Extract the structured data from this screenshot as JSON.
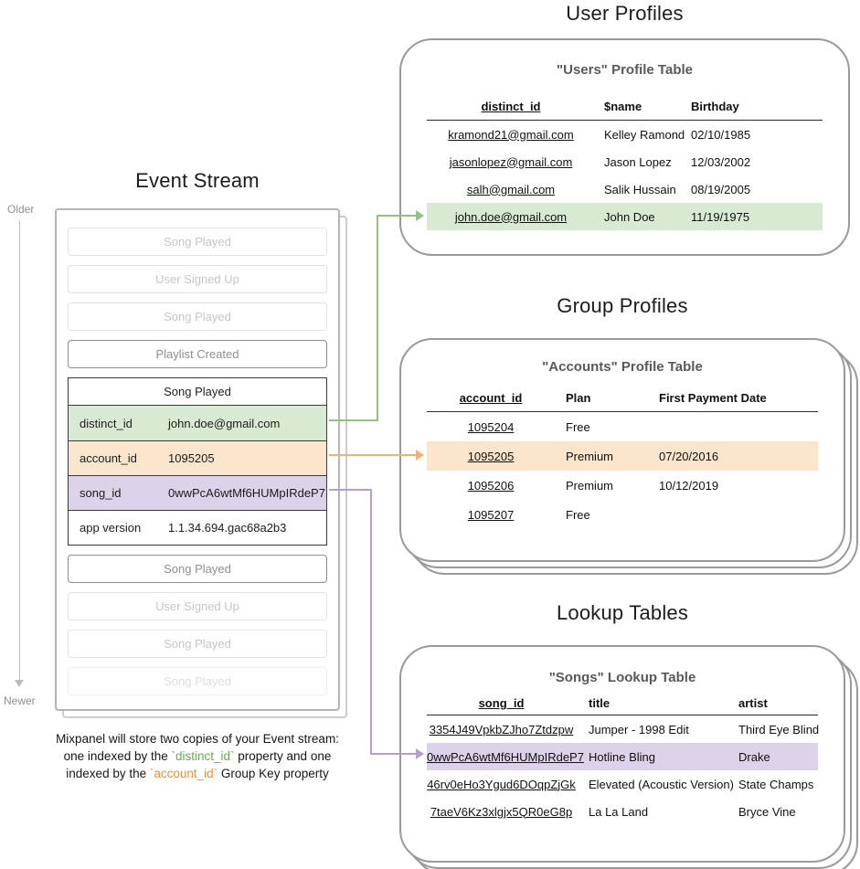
{
  "page": {
    "user_profiles_title": "User Profiles",
    "group_profiles_title": "Group Profiles",
    "lookup_tables_title": "Lookup Tables",
    "event_stream_title": "Event Stream"
  },
  "event_stream": {
    "older_label": "Older",
    "newer_label": "Newer",
    "events_before": [
      "Song Played",
      "User Signed Up",
      "Song Played",
      "Playlist Created"
    ],
    "focused_event": {
      "title": "Song Played",
      "rows": [
        {
          "key": "distinct_id",
          "value": "john.doe@gmail.com",
          "highlight": "green"
        },
        {
          "key": "account_id",
          "value": "1095205",
          "highlight": "orange"
        },
        {
          "key": "song_id",
          "value": "0wwPcA6wtMf6HUMpIRdeP7",
          "highlight": "purple"
        },
        {
          "key": "app version",
          "value": "1.1.34.694.gac68a2b3",
          "highlight": "none"
        }
      ]
    },
    "events_after": [
      "Song Played",
      "User Signed Up",
      "Song Played",
      "Song Played"
    ]
  },
  "users_table": {
    "title": "\"Users\" Profile Table",
    "headers": [
      "distinct_id",
      "$name",
      "Birthday"
    ],
    "rows": [
      [
        "kramond21@gmail.com",
        "Kelley Ramond",
        "02/10/1985"
      ],
      [
        "jasonlopez@gmail.com",
        "Jason Lopez",
        "12/03/2002"
      ],
      [
        "salh@gmail.com",
        "Salik Hussain",
        "08/19/2005"
      ],
      [
        "john.doe@gmail.com",
        "John Doe",
        "11/19/1975"
      ]
    ],
    "highlighted_row_index": 3
  },
  "accounts_table": {
    "title": "\"Accounts\" Profile Table",
    "headers": [
      "account_id",
      "Plan",
      "First Payment Date"
    ],
    "rows": [
      [
        "1095204",
        "Free",
        ""
      ],
      [
        "1095205",
        "Premium",
        "07/20/2016"
      ],
      [
        "1095206",
        "Premium",
        "10/12/2019"
      ],
      [
        "1095207",
        "Free",
        ""
      ]
    ],
    "highlighted_row_index": 1
  },
  "songs_table": {
    "title": "\"Songs\" Lookup Table",
    "headers": [
      "song_id",
      "title",
      "artist"
    ],
    "rows": [
      [
        "3354J49VpkbZJho7Ztdzpw",
        "Jumper - 1998 Edit",
        "Third Eye Blind"
      ],
      [
        "0wwPcA6wtMf6HUMpIRdeP7",
        "Hotline Bling",
        "Drake"
      ],
      [
        "46rv0eHo3Ygud6DOqpZjGk",
        "Elevated (Acoustic Version)",
        "State Champs"
      ],
      [
        "7taeV6Kz3xlgjx5QR0eG8p",
        "La La Land",
        "Bryce Vine"
      ]
    ],
    "highlighted_row_index": 1
  },
  "caption": {
    "line1": "Mixpanel will store two copies of your Event stream:",
    "line2_pre": "one indexed by the ",
    "line2_key": "`distinct_id`",
    "line2_post": " property and one",
    "line3_pre": "indexed by the ",
    "line3_key": "`account_id`",
    "line3_post": " Group Key property"
  },
  "colors": {
    "green_highlight": "#d9ead3",
    "orange_highlight": "#fce5cd",
    "purple_highlight": "#dcd2e9",
    "green_accent": "#6aa84f",
    "orange_accent": "#e69138",
    "green_connector": "#93c47d",
    "orange_connector": "#f6b26b",
    "purple_connector": "#b4a0cd"
  }
}
